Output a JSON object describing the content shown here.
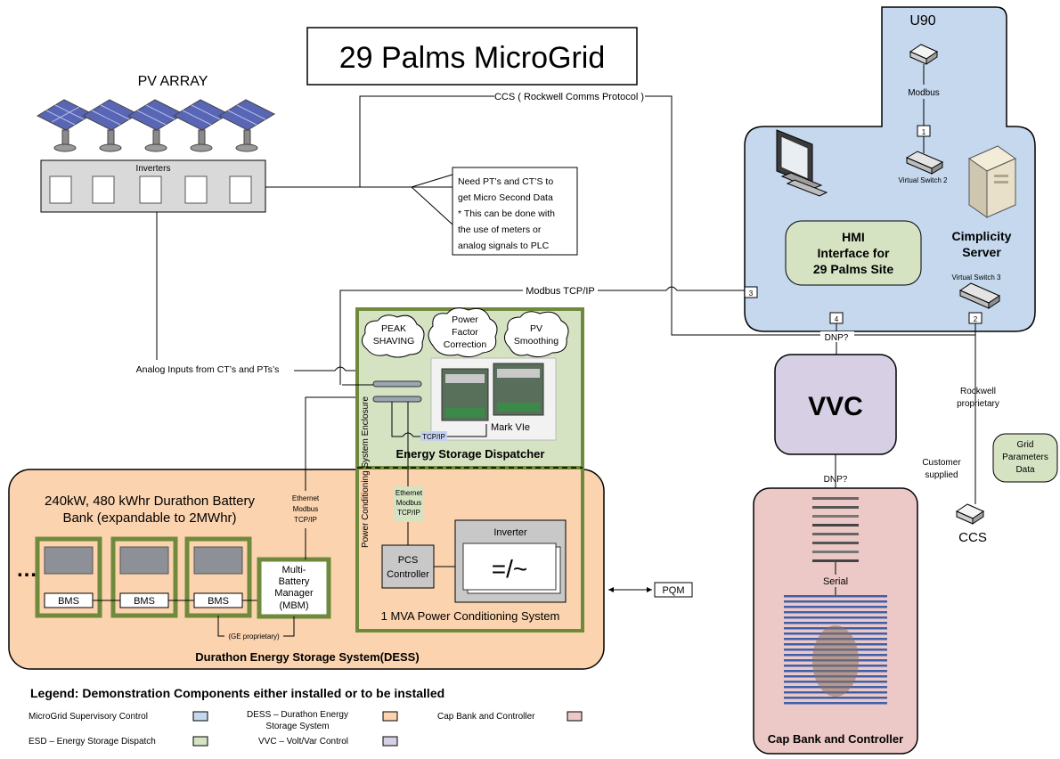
{
  "title": "29 Palms MicroGrid",
  "pv": {
    "label": "PV ARRAY",
    "inverters_label": "Inverters"
  },
  "note": {
    "lines": [
      "Need PT’s and CT’S to",
      "get Micro Second Data",
      "* This can be done with",
      "the use of meters or",
      "analog signals to PLC"
    ]
  },
  "links": {
    "ccs_protocol": "CCS ( Rockwell Comms Protocol )",
    "modbus_tcpip": "Modbus TCP/IP",
    "analog_inputs": "Analog Inputs from CT’s and PTs’s",
    "modbus": "Modbus",
    "dnp_top": "DNP?",
    "dnp_bottom": "DNP?",
    "rockwell_line1": "Rockwell",
    "rockwell_line2": "proprietary",
    "customer_line1": "Customer",
    "customer_line2": "supplied",
    "serial": "Serial",
    "tcpip": "TCP/IP",
    "ethernet_line1": "Ethernet",
    "ethernet_line2": "Modbus",
    "ethernet_line3": "TCP/IP",
    "ge_proprietary": "(GE proprietary)",
    "pqm": "PQM"
  },
  "supervisory": {
    "u90": "U90",
    "port1": "1",
    "port2": "2",
    "port3": "3",
    "port4": "4",
    "switch2": "Virtual Switch 2",
    "switch3": "Virtual Switch 3",
    "hmi_line1": "HMI",
    "hmi_line2": "Interface for",
    "hmi_line3": "29 Palms Site",
    "server_line1": "Cimplicity",
    "server_line2": "Server"
  },
  "esd": {
    "cloud1_line1": "PEAK",
    "cloud1_line2": "SHAVING",
    "cloud2_line1": "Power",
    "cloud2_line2": "Factor",
    "cloud2_line3": "Correction",
    "cloud3_line1": "PV",
    "cloud3_line2": "Smoothing",
    "mark_vie": "Mark VIe",
    "title": "Energy Storage Dispatcher",
    "enclosure": "Power Conditioning System Enclosure"
  },
  "pcs": {
    "controller_line1": "PCS",
    "controller_line2": "Controller",
    "inverter_label": "Inverter",
    "inverter_symbol": "=/~",
    "title": "1 MVA Power Conditioning System"
  },
  "dess": {
    "heading_line1": "240kW, 480 kWhr Durathon Battery",
    "heading_line2": "Bank (expandable to  2MWhr)",
    "ellipsis": "…",
    "bms": [
      "BMS",
      "BMS",
      "BMS"
    ],
    "mbm_line1": "Multi-",
    "mbm_line2": "Battery",
    "mbm_line3": "Manager",
    "mbm_line4": "(MBM)",
    "title": "Durathon Energy Storage System(DESS)"
  },
  "vvc": {
    "label": "VVC"
  },
  "grid": {
    "line1": "Grid",
    "line2": "Parameters",
    "line3": "Data"
  },
  "ccs_label": "CCS",
  "capbank": {
    "title": "Cap Bank and Controller"
  },
  "legend": {
    "title": "Legend: Demonstration Components either installed or to be installed",
    "items": [
      {
        "line1": "MicroGrid Supervisory Control",
        "line2": "",
        "color": "#c5d8ee"
      },
      {
        "line1": "DESS – Durathon Energy",
        "line2": "Storage System",
        "color": "#fbd3ae"
      },
      {
        "line1": "Cap Bank and Controller",
        "line2": "",
        "color": "#ecc9c7"
      },
      {
        "line1": "ESD – Energy Storage Dispatch",
        "line2": "",
        "color": "#d5e3c3"
      },
      {
        "line1": "VVC –  Volt/Var Control",
        "line2": "",
        "color": "#d7cfe3"
      }
    ]
  },
  "colors": {
    "supervisory": "#c5d8ee",
    "dess": "#fbd3ae",
    "esd": "#d5e3c3",
    "vvc": "#d7cfe3",
    "capbank": "#ecc9c7",
    "green_border": "#6f8a3c"
  }
}
